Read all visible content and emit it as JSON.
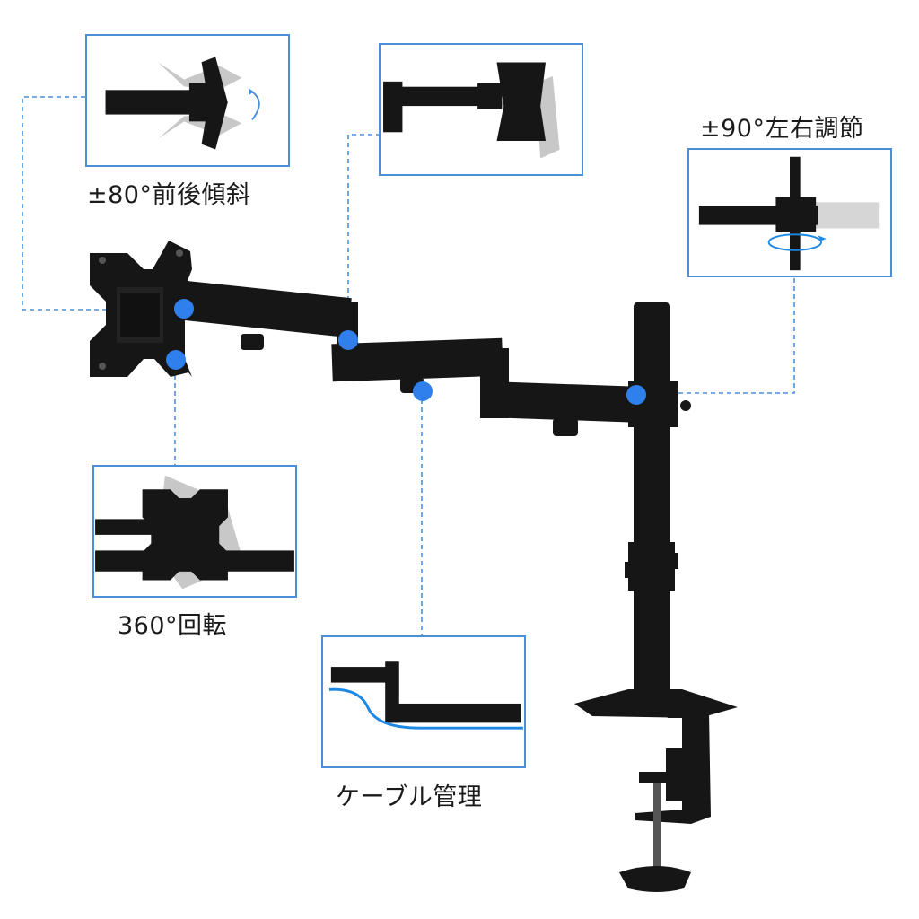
{
  "features": {
    "tilt": {
      "label": "±80°前後傾斜",
      "icon": "tilt-rotation-arrow-icon"
    },
    "extend": {
      "label": ""
    },
    "swivel": {
      "label": "±90°左右調節",
      "icon": "swivel-rotation-arrow-icon"
    },
    "rotate": {
      "label": "360°回転"
    },
    "cable": {
      "label": "ケーブル管理"
    }
  },
  "colors": {
    "accent": "#4a90d9",
    "dot": "#2f80ed",
    "metal": "#161616",
    "ghost": "#bdbdbd",
    "cable": "#1e88e5"
  }
}
